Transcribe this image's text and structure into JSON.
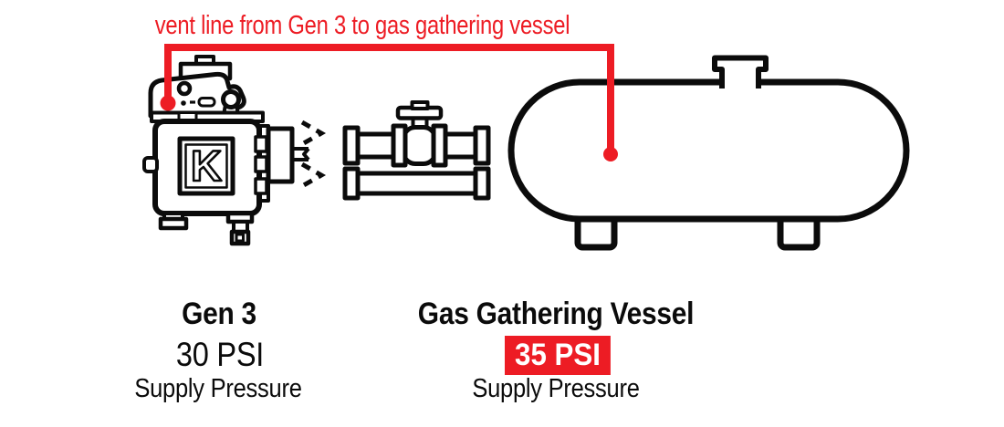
{
  "colors": {
    "accent_red": "#ED1C24",
    "line_ink": "#0B0B0B",
    "background": "#FFFFFF",
    "badge_text": "#FFFFFF"
  },
  "annotation": {
    "vent_line_label": "vent line from Gen 3 to gas gathering vessel"
  },
  "gen3": {
    "logo_letter": "K",
    "name": "Gen 3",
    "supply_pressure_value": "30 PSI",
    "supply_pressure_caption": "Supply Pressure"
  },
  "vessel": {
    "name": "Gas Gathering Vessel",
    "supply_pressure_value": "35 PSI",
    "supply_pressure_caption": "Supply Pressure"
  },
  "icons": {
    "vent_exhaust": "dashed-chevrons-right",
    "vent_points": "red-dot-markers"
  }
}
